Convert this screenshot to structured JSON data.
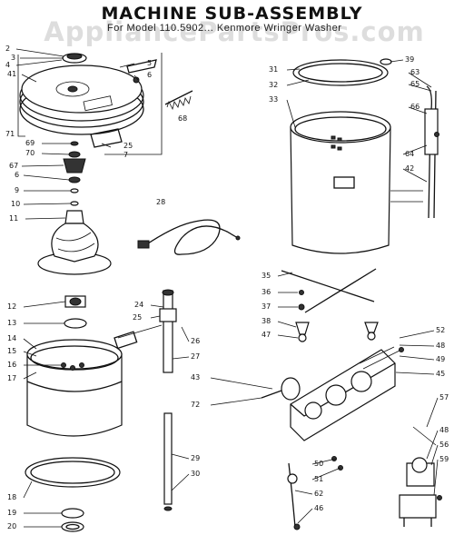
{
  "title": "MACHINE SUB-ASSEMBLY",
  "subtitle": "For Model 110.5902... Kenmore Wringer Washer",
  "watermark": "AppliancePartsPros.com",
  "callouts": {
    "c2": "2",
    "c3": "3",
    "c4": "4",
    "c5": "5",
    "c6": "6",
    "c7": "7",
    "c9": "9",
    "c10": "10",
    "c11": "11",
    "c12": "12",
    "c13": "13",
    "c14": "14",
    "c15": "15",
    "c16": "16",
    "c17": "17",
    "c18": "18",
    "c19": "19",
    "c20": "20",
    "c24": "24",
    "c25": "25",
    "c26": "26",
    "c27": "27",
    "c28": "28",
    "c29": "29",
    "c30": "30",
    "c31": "31",
    "c32": "32",
    "c33": "33",
    "c35": "35",
    "c36": "36",
    "c37": "37",
    "c38": "38",
    "c39": "39",
    "c41": "41",
    "c42": "42",
    "c43": "43",
    "c45": "45",
    "c46": "46",
    "c47": "47",
    "c48": "48",
    "c49": "49",
    "c50": "50",
    "c51": "51",
    "c52": "52",
    "c56": "56",
    "c57": "57",
    "c59": "59",
    "c62": "62",
    "c63": "63",
    "c64": "64",
    "c65": "65",
    "c66": "66",
    "c67": "67",
    "c68": "68",
    "c69": "69",
    "c70": "70",
    "c71": "71",
    "c72": "72"
  }
}
